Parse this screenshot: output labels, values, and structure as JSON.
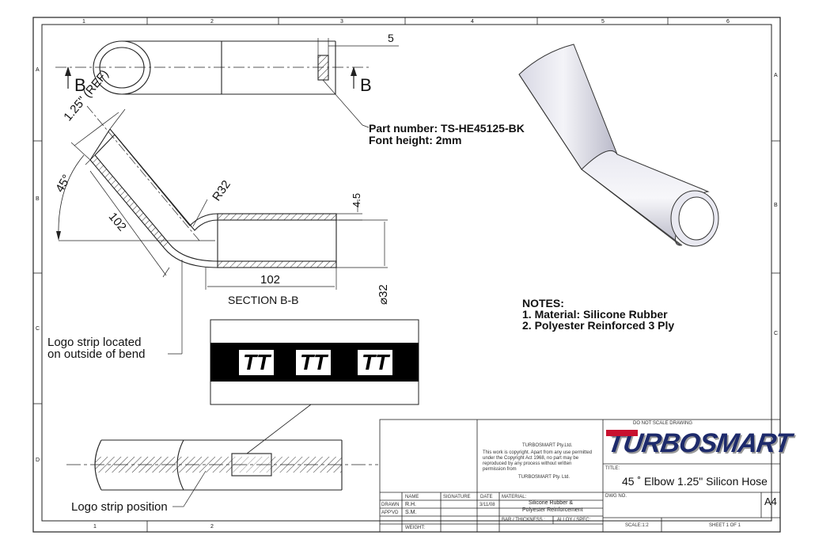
{
  "zones": {
    "columns": [
      "1",
      "2",
      "3",
      "4",
      "5",
      "6"
    ],
    "rows": [
      "A",
      "B",
      "C",
      "D"
    ]
  },
  "top_view": {
    "dim_5": "5",
    "section_left": "B",
    "section_right": "B"
  },
  "part_note": {
    "line1": "Part number: TS-HE45125-BK",
    "line2": "Font height: 2mm"
  },
  "section_view": {
    "ref": "1.25\" (REF)",
    "angle": "45°",
    "radius": "R32",
    "len_angled": "102",
    "wall": "4.5",
    "len_straight": "102",
    "dia": "⌀32",
    "title": "SECTION B-B"
  },
  "logo_note": {
    "line1": "Logo strip located",
    "line2": "on outside of bend"
  },
  "logo_strip": {
    "glyph": "TT",
    "count": 3
  },
  "logo_position": "Logo strip position",
  "notes": {
    "title": "NOTES:",
    "line1": "1. Material: Silicone Rubber",
    "line2": "2. Polyester Reinforced 3 Ply"
  },
  "title_block": {
    "do_not_scale": "DO NOT SCALE DRAWING",
    "company_short": "TURBOSMART Pty.Ltd.",
    "copyright": [
      "This work is copyright. Apart from any use permitted",
      "under the Copyright Act 1968, no part may be",
      "reproduced by any process without written",
      "permission from"
    ],
    "company_short2": "TURBOSMART Pty. Ltd.",
    "col_name": "NAME",
    "col_signature": "SIGNATURE",
    "col_date": "DATE",
    "row_drawn": "DRAWN",
    "row_apprd": "APP'VD",
    "drawn_name": "R.H.",
    "apprd_name": "S.M.",
    "date": "3/11/08",
    "material_label": "MATERIAL:",
    "material_value1": "Silicone Rubber &",
    "material_value2": "Polyester Reinforcement",
    "bar_thickness": "BAR / THICKNESS :",
    "alloy_spec": "ALLOY / SPEC:",
    "weight": "WEIGHT:",
    "logo": "TURBOSMART",
    "title_label": "TITLE:",
    "title": "45 ˚ Elbow 1.25\" Silicon Hose",
    "dwg_no": "DWG NO.",
    "size": "A4",
    "scale": "SCALE:1:2",
    "sheet": "SHEET 1 OF 1"
  },
  "colors": {
    "logo_red": "#c8102e",
    "logo_navy": "#1d2a6b",
    "line": "#222222"
  }
}
